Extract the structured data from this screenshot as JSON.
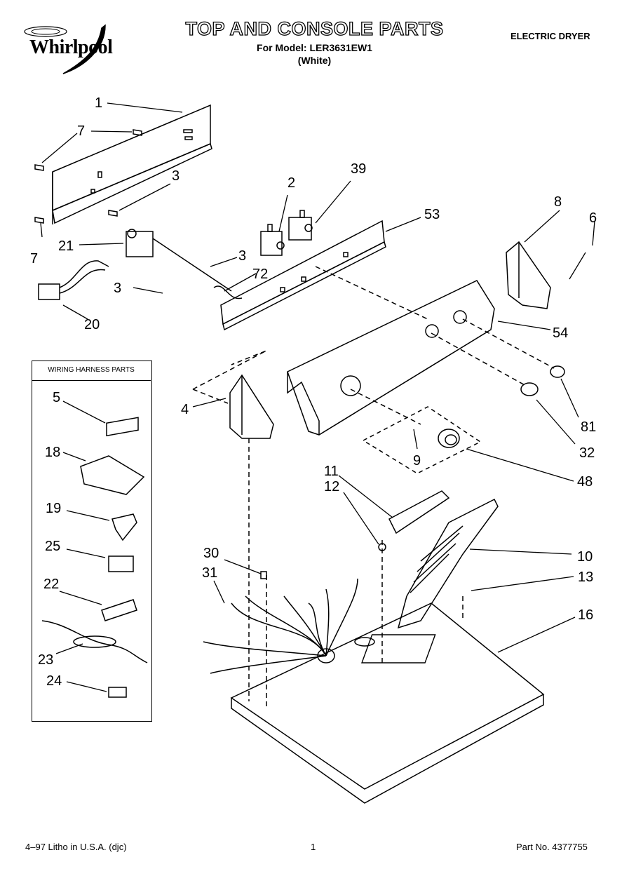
{
  "header": {
    "brand": "Whirlpool",
    "title": "TOP AND CONSOLE PARTS",
    "model_line": "For Model: LER3631EW1",
    "color_line": "(White)",
    "product": "ELECTRIC DRYER"
  },
  "harness_box": {
    "title": "WIRING HARNESS PARTS"
  },
  "callouts": {
    "c1": "1",
    "c7a": "7",
    "c7b": "7",
    "c3a": "3",
    "c3b": "3",
    "c3c": "3",
    "c21": "21",
    "c20": "20",
    "c72": "72",
    "c2": "2",
    "c39": "39",
    "c53": "53",
    "c8": "8",
    "c6": "6",
    "c54": "54",
    "c81": "81",
    "c32": "32",
    "c9": "9",
    "c48": "48",
    "c4": "4",
    "c5": "5",
    "c18": "18",
    "c19": "19",
    "c25": "25",
    "c22": "22",
    "c23": "23",
    "c24": "24",
    "c11": "11",
    "c12": "12",
    "c10": "10",
    "c13": "13",
    "c16": "16",
    "c30": "30",
    "c31": "31"
  },
  "footer": {
    "left": "4–97 Litho in U.S.A. (djc)",
    "page": "1",
    "part_no": "Part No. 4377755"
  }
}
